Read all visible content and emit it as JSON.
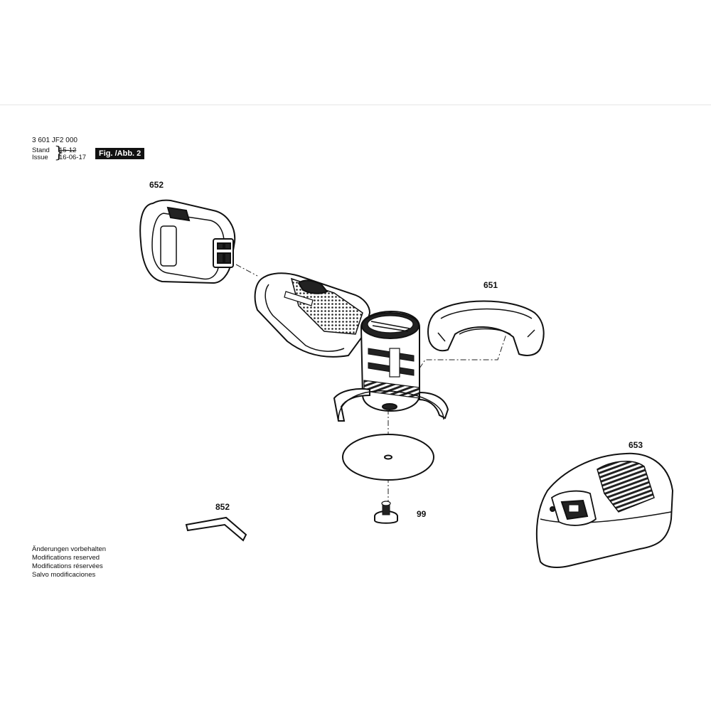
{
  "header": {
    "doc_number": "3 601 JF2 000",
    "stand_label": "Stand",
    "issue_label": "Issue",
    "stand_value": "15-12",
    "issue_value": "16-06-17",
    "figure_label": "Fig. /Abb. 2"
  },
  "callouts": {
    "battery": "652",
    "guard": "651",
    "charger": "653",
    "hex_key": "852",
    "clamping_nut": "99"
  },
  "notes": [
    "Änderungen vorbehalten",
    "Modifications reserved",
    "Modifications réservées",
    "Salvo modificaciones"
  ]
}
